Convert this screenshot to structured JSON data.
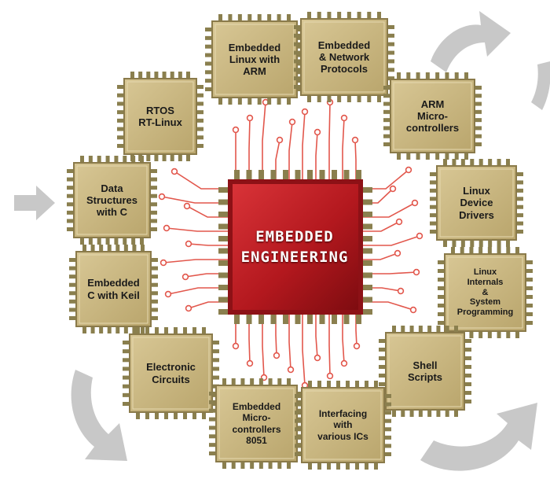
{
  "center": {
    "line1": "EMBEDDED",
    "line2": "ENGINEERING"
  },
  "chips": [
    {
      "name": "chip-embedded-linux-arm",
      "label": "Embedded\nLinux with\nARM"
    },
    {
      "name": "chip-embedded-network-protocols",
      "label": "Embedded\n& Network\nProtocols"
    },
    {
      "name": "chip-rtos-rt-linux",
      "label": "RTOS\nRT-Linux"
    },
    {
      "name": "chip-arm-microcontrollers",
      "label": "ARM\nMicro-\ncontrollers"
    },
    {
      "name": "chip-data-structures-c",
      "label": "Data\nStructures\nwith C"
    },
    {
      "name": "chip-linux-device-drivers",
      "label": "Linux\nDevice\nDrivers"
    },
    {
      "name": "chip-embedded-c-keil",
      "label": "Embedded\nC with Keil"
    },
    {
      "name": "chip-linux-internals",
      "label": "Linux\nInternals\n&\nSystem\nProgramming"
    },
    {
      "name": "chip-electronic-circuits",
      "label": "Electronic\nCircuits"
    },
    {
      "name": "chip-shell-scripts",
      "label": "Shell\nScripts"
    },
    {
      "name": "chip-embedded-microcontrollers-8051",
      "label": "Embedded\nMicro-\ncontrollers\n8051"
    },
    {
      "name": "chip-interfacing-ics",
      "label": "Interfacing\nwith\nvarious ICs"
    }
  ],
  "colors": {
    "chip_fill": "#c9b77f",
    "chip_border": "#8a7a4a",
    "pin": "#8a7f4e",
    "core": "#c0262a",
    "core_dark": "#8d1116",
    "trace": "#e2574c",
    "arrow": "#c8c8c8"
  }
}
